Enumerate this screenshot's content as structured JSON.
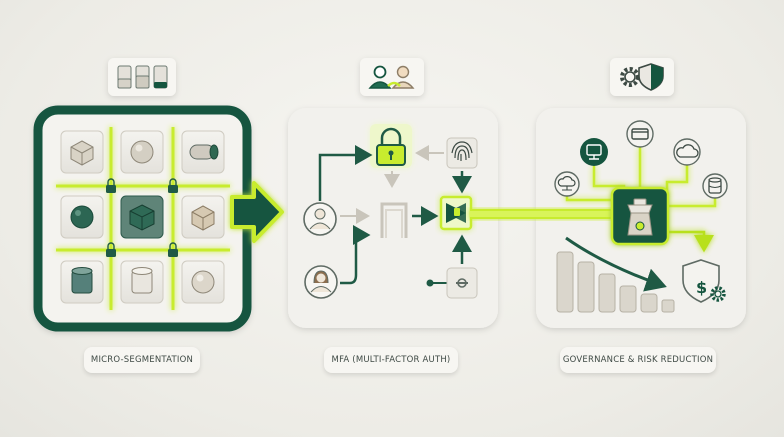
{
  "captions": {
    "micro": "MICRO-SEGMENTATION",
    "mfa": "MFA (MULTI-FACTOR AUTH)",
    "governance": "GOVERNANCE & RISK REDUCTION"
  },
  "icons": {
    "micro_header": "segment-tiles-icon",
    "mfa_header": "users-icon",
    "gov_header": "gear-shield-icon"
  },
  "colors": {
    "dark_green": "#15553f",
    "lime": "#c8ec2e",
    "panel": "#f2f1ed",
    "muted": "#cdc9be"
  }
}
